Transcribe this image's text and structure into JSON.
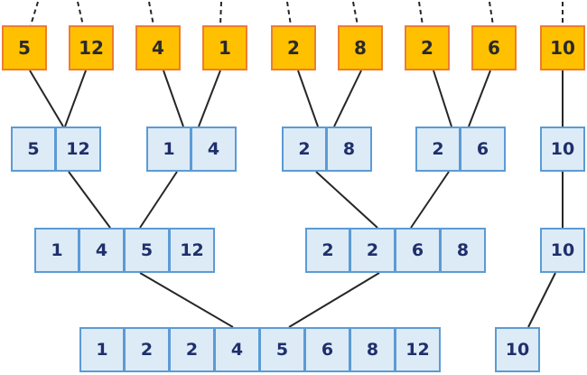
{
  "colors": {
    "leaf_fill": "#ffc000",
    "leaf_border": "#ed7d31",
    "cell_fill": "#ddebf7",
    "cell_border": "#5b9bd5",
    "edge": "#262626"
  },
  "levels": [
    {
      "name": "input",
      "groups": [
        [
          "5"
        ],
        [
          "12"
        ],
        [
          "4"
        ],
        [
          "1"
        ],
        [
          "2"
        ],
        [
          "8"
        ],
        [
          "2"
        ],
        [
          "6"
        ],
        [
          "10"
        ]
      ]
    },
    {
      "name": "sorted-pairs",
      "groups": [
        [
          "5",
          "12"
        ],
        [
          "1",
          "4"
        ],
        [
          "2",
          "8"
        ],
        [
          "2",
          "6"
        ],
        [
          "10"
        ]
      ]
    },
    {
      "name": "sorted-quads",
      "groups": [
        [
          "1",
          "4",
          "5",
          "12"
        ],
        [
          "2",
          "2",
          "6",
          "8"
        ],
        [
          "10"
        ]
      ]
    },
    {
      "name": "final",
      "groups": [
        [
          "1",
          "2",
          "2",
          "4",
          "5",
          "6",
          "8",
          "12"
        ],
        [
          "10"
        ]
      ]
    }
  ]
}
